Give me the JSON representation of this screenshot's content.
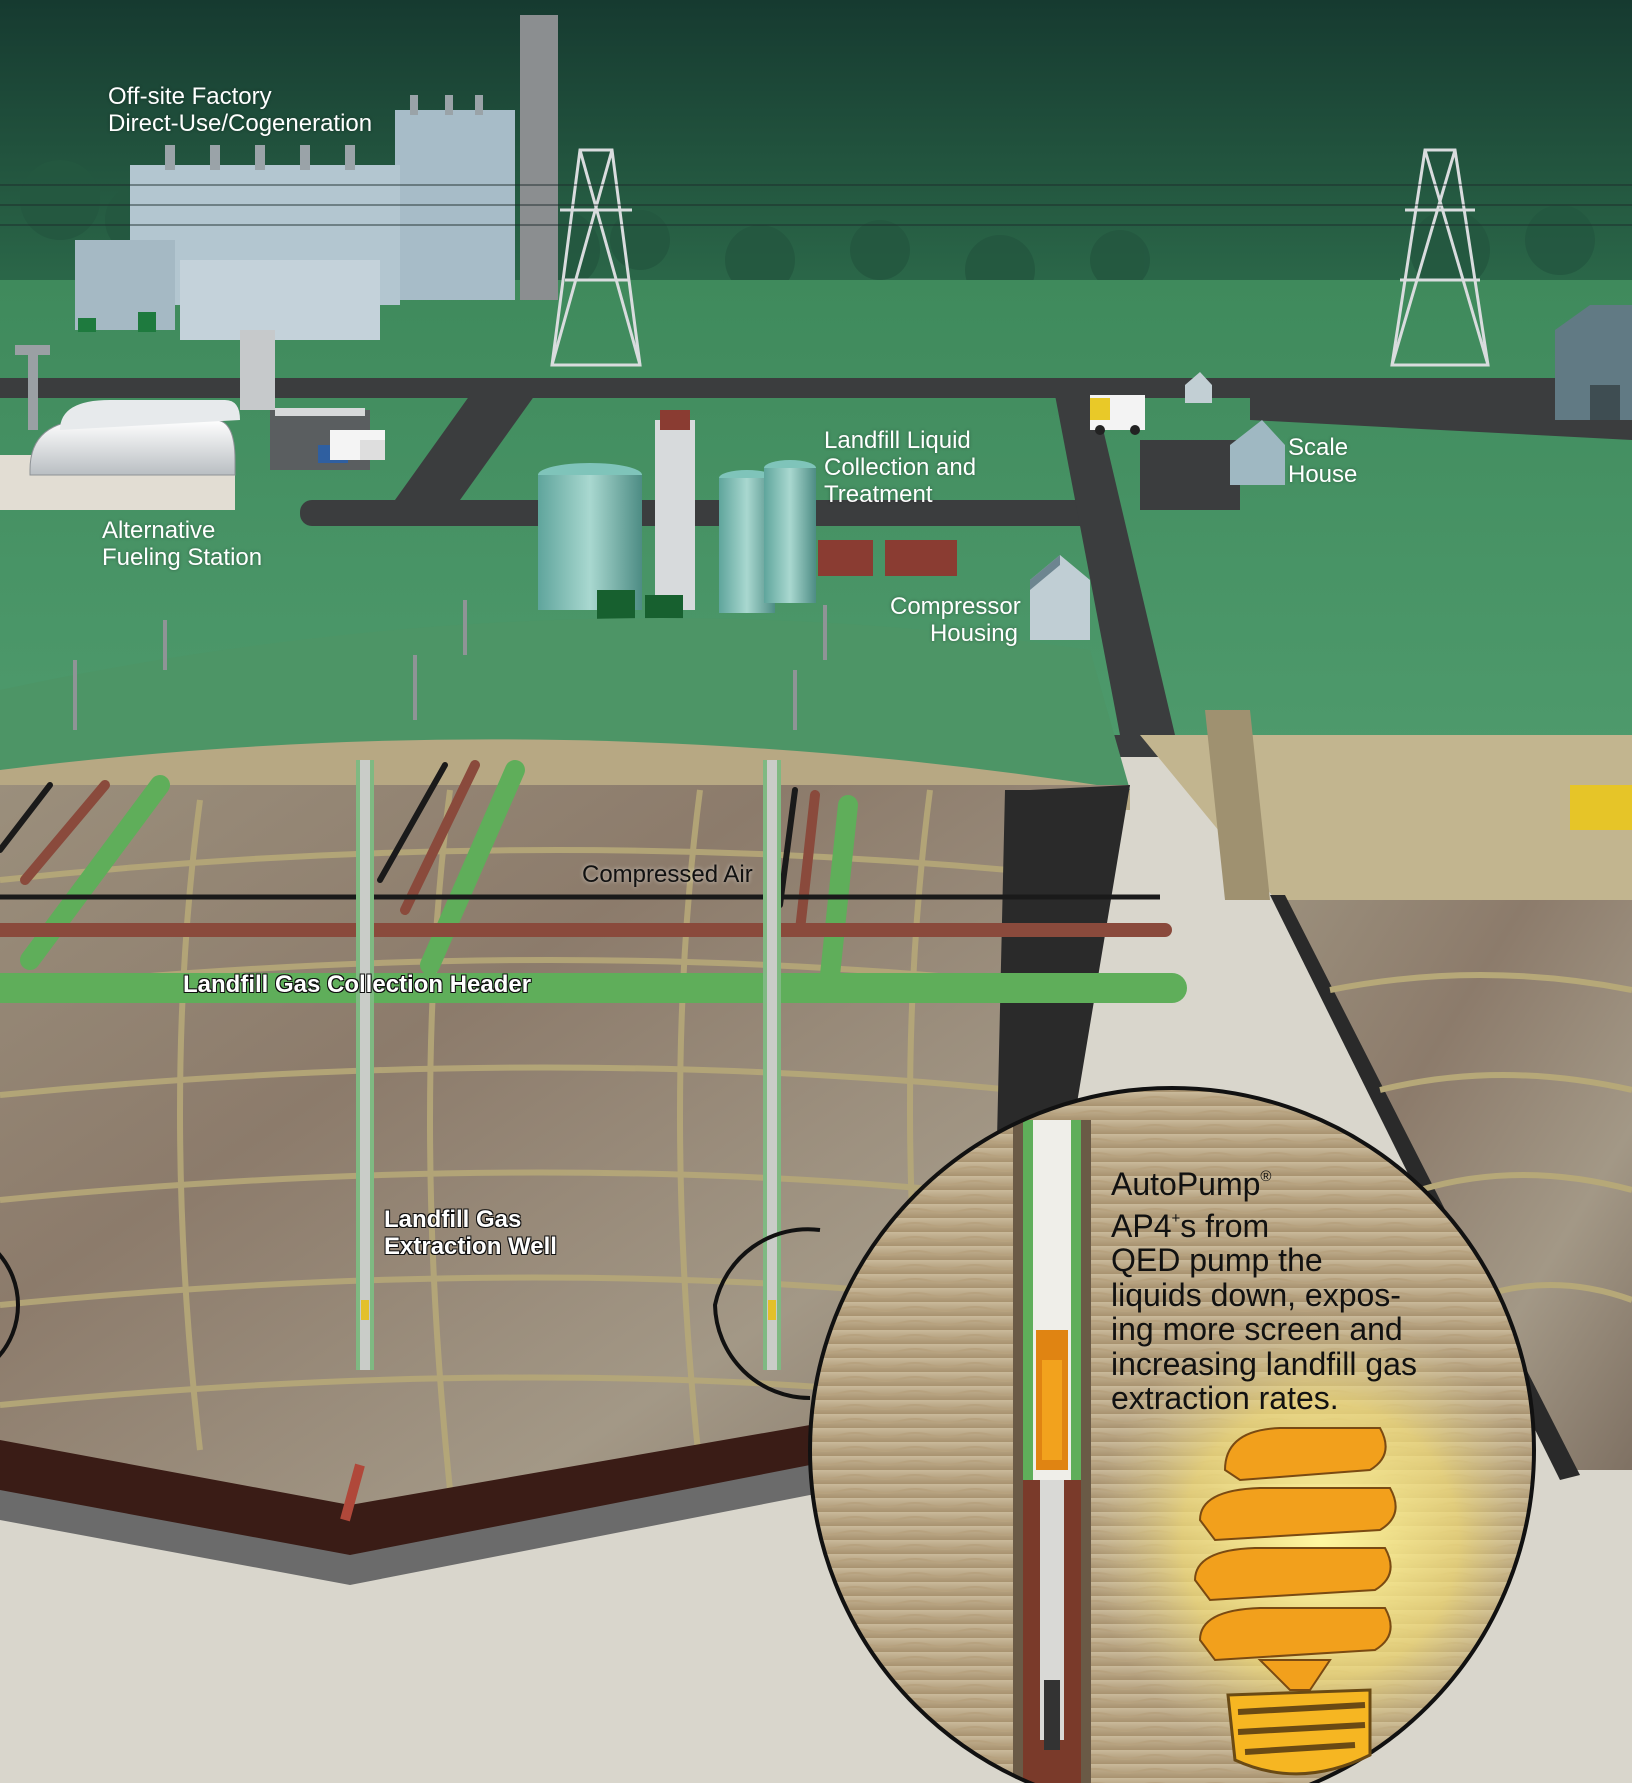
{
  "labels": {
    "offsite_factory": [
      "Off-site Factory",
      "Direct-Use/Cogeneration"
    ],
    "alt_fueling": [
      "Alternative",
      "Fueling Station"
    ],
    "liquid_collection": [
      "Landfill Liquid",
      "Collection and",
      "Treatment"
    ],
    "scale_house": [
      "Scale",
      "House"
    ],
    "compressor_housing": [
      "Compressor",
      "Housing"
    ],
    "compressed_air": "Compressed Air",
    "gas_header": "Landfill Gas Collection Header",
    "extraction_well": [
      "Landfill Gas",
      "Extraction Well"
    ]
  },
  "callout": {
    "brand": "AutoPump",
    "registered": "®",
    "model": "AP4",
    "plus": "+",
    "model_suffix": "s from",
    "lines": [
      "QED pump the",
      "liquids down, expos-",
      "ing more screen and",
      "increasing landfill gas",
      "extraction rates."
    ]
  },
  "colors": {
    "gas_pipe": "#5fae5a",
    "liquid_pipe": "#8a4a3c",
    "air_pipe": "#1a1a1a",
    "forest": "#1f4a3a",
    "grass": "#3f8a5c",
    "bulb": "#f2a01c"
  }
}
